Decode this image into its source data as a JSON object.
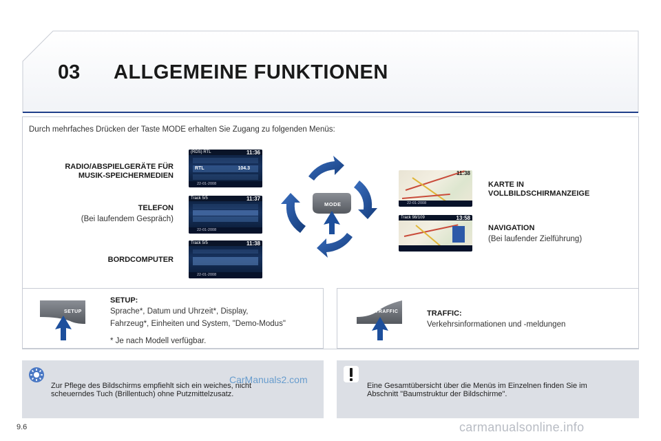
{
  "header": {
    "chapter_number": "03",
    "title": "ALLGEMEINE FUNKTIONEN"
  },
  "intro": "Durch mehrfaches Drücken der Taste MODE erhalten Sie Zugang zu folgenden Menüs:",
  "menus_left": [
    {
      "title_line1": "RADIO/ABSPIELGERÄTE FÜR",
      "title_line2": "MUSIK-SPEICHERMEDIEN",
      "subtitle": ""
    },
    {
      "title_line1": "TELEFON",
      "title_line2": "",
      "subtitle": "(Bei laufendem Gespräch)"
    },
    {
      "title_line1": "BORDCOMPUTER",
      "title_line2": "",
      "subtitle": ""
    }
  ],
  "menus_right": [
    {
      "title_line1": "KARTE IN",
      "title_line2": "VOLLBILDSCHIRMANZEIGE",
      "subtitle": ""
    },
    {
      "title_line1": "NAVIGATION",
      "title_line2": "",
      "subtitle": "(Bei laufender Zielführung)"
    }
  ],
  "screens": {
    "radio": {
      "top_left": "(RDS) RTL",
      "clock": "11:36",
      "station": "RTL",
      "freq": "104.3",
      "date": "22-01-2008"
    },
    "telefon": {
      "top_left": "Track 5/5",
      "clock": "11:37",
      "date": "22-01-2008"
    },
    "bord": {
      "top_left": "Track 5/5",
      "clock": "11:38",
      "date": "22-01-2008"
    },
    "map": {
      "clock": "11:38",
      "date": "22-01-2008"
    },
    "nav": {
      "top_left": "Track 98/109",
      "clock": "13:58"
    }
  },
  "mode_key": {
    "label": "MODE"
  },
  "setup": {
    "key_label": "SETUP",
    "title": "SETUP:",
    "line1": "Sprache*, Datum und Uhrzeit*, Display,",
    "line2": "Fahrzeug*, Einheiten und System, \"Demo-Modus\"",
    "footnote": "*  Je nach Modell verfügbar."
  },
  "traffic": {
    "key_label": "TRAFFIC",
    "title": "TRAFFIC:",
    "text": "Verkehrsinformationen und -meldungen"
  },
  "note_left": {
    "line1": "Zur Pflege des Bildschirms empfiehlt sich ein weiches, nicht",
    "line2": "scheuerndes Tuch (Brillentuch) ohne Putzmittelzusatz."
  },
  "note_right": {
    "line1": "Eine Gesamtübersicht über die Menüs im Einzelnen finden Sie im",
    "line2": "Abschnitt \"Baumstruktur der Bildschirme\"."
  },
  "watermark": "CarManuals2.com",
  "page_number": "9.6",
  "footer_watermark": "carmanualsonline.info",
  "colors": {
    "accent_blue": "#1f3f8a",
    "arrow_blue": "#1d4f9c",
    "key_gray": "#6d7178",
    "note_bg": "#dcdfe5"
  }
}
